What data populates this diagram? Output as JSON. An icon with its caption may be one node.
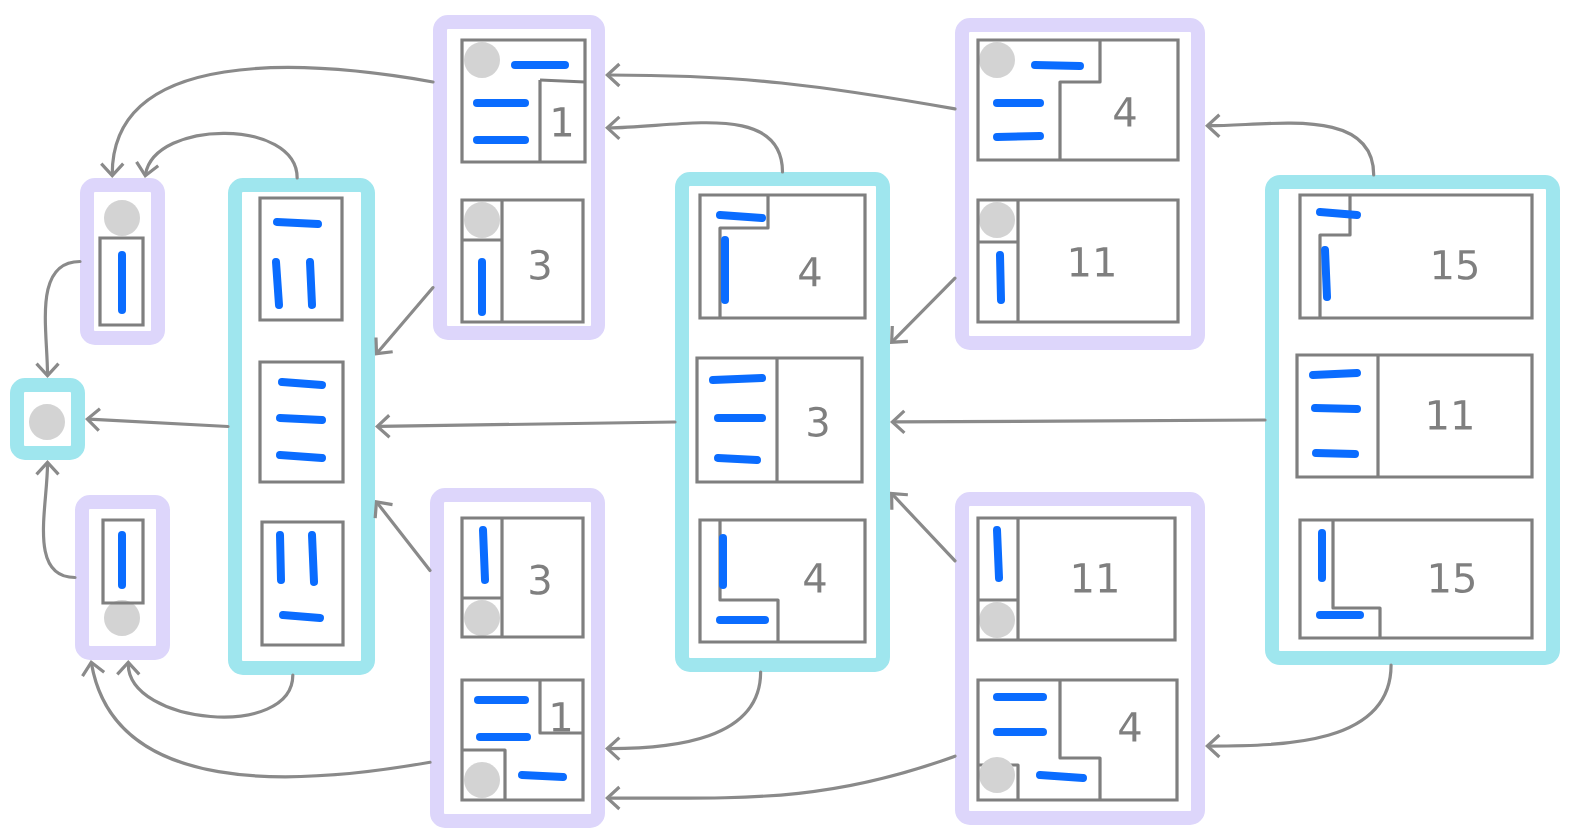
{
  "diagram": {
    "nodes": [
      {
        "text": [],
        "shape": "box"
      },
      {
        "text": [],
        "shape": "box",
        "in": 0
      },
      {
        "text": [],
        "shape": "box"
      },
      {
        "text": [],
        "shape": "box"
      },
      {
        "text": [],
        "shape": "box",
        "in": 3
      },
      {
        "text": [],
        "shape": "box"
      },
      {
        "text": [],
        "shape": "box",
        "in": 5
      },
      {
        "text": [],
        "shape": "box",
        "in": 5
      },
      {
        "text": [],
        "shape": "box",
        "in": 5
      },
      {
        "text": [],
        "shape": "box"
      },
      {
        "text": [
          "1"
        ],
        "in": 9
      },
      {
        "text": [
          "3"
        ],
        "in": 9
      },
      {
        "text": [],
        "shape": "box"
      },
      {
        "text": [
          "3"
        ],
        "in": 12
      },
      {
        "text": [
          "1"
        ],
        "in": 12
      },
      {
        "text": [],
        "shape": "box"
      },
      {
        "text": [
          "4"
        ],
        "in": 15
      },
      {
        "text": [
          "3"
        ],
        "in": 15
      },
      {
        "text": [
          "4"
        ],
        "in": 15
      },
      {
        "text": [],
        "shape": "box"
      },
      {
        "text": [
          "4"
        ],
        "in": 19
      },
      {
        "text": [
          "11"
        ],
        "in": 19
      },
      {
        "text": [],
        "shape": "box"
      },
      {
        "text": [
          "11"
        ],
        "in": 22
      },
      {
        "text": [
          "4"
        ],
        "in": 22
      },
      {
        "text": [],
        "shape": "box"
      },
      {
        "text": [
          "15"
        ],
        "in": 25
      },
      {
        "text": [
          "11"
        ],
        "in": 25
      },
      {
        "text": [
          "15"
        ],
        "in": 25
      }
    ],
    "edges": [
      {
        "from": 25,
        "to": 19,
        "arrow": "to"
      },
      {
        "from": 25,
        "to": 15,
        "arrow": "to"
      },
      {
        "from": 25,
        "to": 22,
        "arrow": "to"
      },
      {
        "from": 19,
        "to": 9,
        "arrow": "to"
      },
      {
        "from": 15,
        "to": 9,
        "arrow": "to"
      },
      {
        "from": 19,
        "to": 15,
        "arrow": "to"
      },
      {
        "from": 22,
        "to": 15,
        "arrow": "to"
      },
      {
        "from": 15,
        "to": 12,
        "arrow": "to"
      },
      {
        "from": 22,
        "to": 12,
        "arrow": "to"
      },
      {
        "from": 9,
        "to": 0,
        "arrow": "to"
      },
      {
        "from": 5,
        "to": 0,
        "arrow": "to"
      },
      {
        "from": 9,
        "to": 5,
        "arrow": "to"
      },
      {
        "from": 15,
        "to": 5,
        "arrow": "to"
      },
      {
        "from": 12,
        "to": 5,
        "arrow": "to"
      },
      {
        "from": 5,
        "to": 3,
        "arrow": "to"
      },
      {
        "from": 12,
        "to": 3,
        "arrow": "to"
      },
      {
        "from": 5,
        "to": 2,
        "arrow": "to"
      },
      {
        "from": 0,
        "to": 2,
        "arrow": "to"
      },
      {
        "from": 3,
        "to": 2,
        "arrow": "to"
      }
    ]
  }
}
